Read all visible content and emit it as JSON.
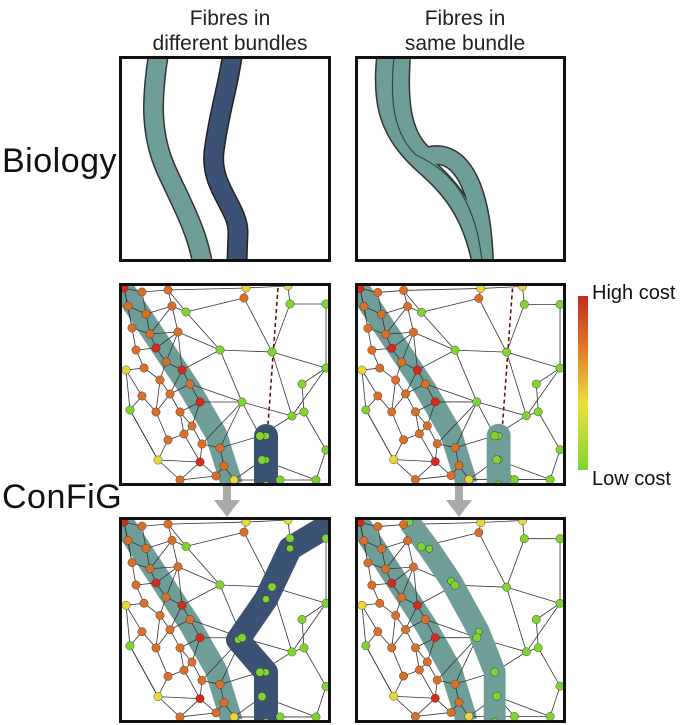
{
  "column_titles": {
    "left": [
      "Fibres in",
      "different bundles"
    ],
    "right": [
      "Fibres in",
      "same bundle"
    ]
  },
  "row_labels": {
    "biology": "Biology",
    "config": "ConFiG"
  },
  "legend": {
    "high": "High cost",
    "low": "Low cost",
    "colors": [
      "#c62a1e",
      "#df7a26",
      "#ede034",
      "#7fd433"
    ]
  },
  "colors": {
    "teal_fibre": "#6f9e98",
    "dark_fibre": "#3b5275",
    "high_cost": "#d42a20",
    "mid_cost": "#d9702a",
    "yellow_cost": "#e8d63a",
    "low_cost": "#7fd433",
    "edge": "#333333",
    "dashed_edge": "#6b1212",
    "arrow": "#aaaaaa"
  }
}
